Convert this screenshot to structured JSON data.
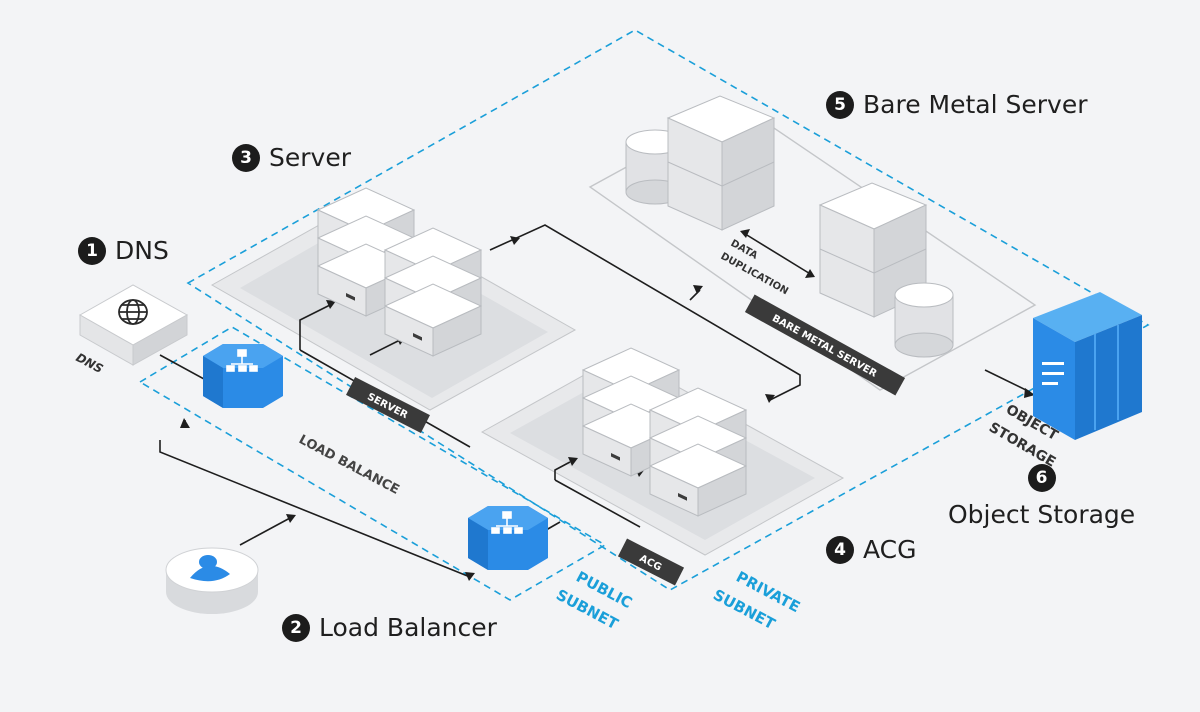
{
  "callouts": [
    {
      "num": "1",
      "text": "DNS"
    },
    {
      "num": "2",
      "text": "Load Balancer"
    },
    {
      "num": "3",
      "text": "Server"
    },
    {
      "num": "4",
      "text": "ACG"
    },
    {
      "num": "5",
      "text": "Bare Metal Server"
    },
    {
      "num": "6",
      "text": "Object Storage"
    }
  ],
  "labels": {
    "dns": "DNS",
    "load_balance": "LOAD BALANCE",
    "server_tag": "SERVER",
    "acg_tag": "ACG",
    "bare_metal_tag": "BARE METAL SERVER",
    "data_duplication_1": "DATA",
    "data_duplication_2": "DUPLICATION",
    "object_storage_1": "OBJECT",
    "object_storage_2": "STORAGE",
    "public_subnet_1": "PUBLIC",
    "public_subnet_2": "SUBNET",
    "private_subnet_1": "PRIVATE",
    "private_subnet_2": "SUBNET"
  },
  "colors": {
    "accent_blue": "#1a9fd9",
    "device_blue": "#2b8be6",
    "dark_tag": "#3a3a3a",
    "callout_badge": "#1c1c1c"
  },
  "icons": [
    "globe-icon",
    "user-icon",
    "network-hub-icon",
    "document-icon"
  ]
}
